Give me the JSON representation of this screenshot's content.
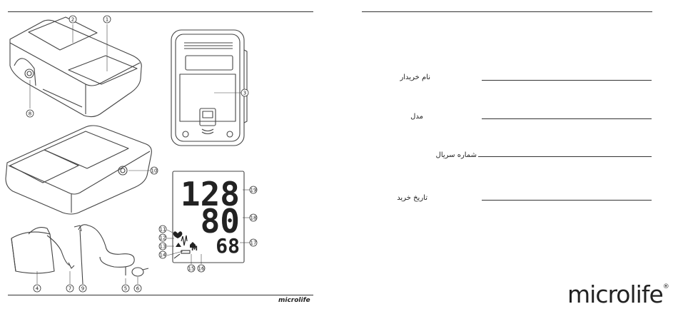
{
  "callouts": [
    "1",
    "2",
    "3",
    "4",
    "5",
    "6",
    "7",
    "8",
    "9",
    "10",
    "11",
    "12",
    "13",
    "14",
    "15",
    "16",
    "17",
    "18",
    "19"
  ],
  "display": {
    "systolic": "128",
    "diastolic": "80",
    "pulse": "68",
    "memory_letter": "M"
  },
  "brand_small": "microlife",
  "brand_large": "microlife",
  "brand_mark": "®",
  "form_fields": [
    {
      "label": "نام خریدار"
    },
    {
      "label": "مدل"
    },
    {
      "label": "شماره سریال"
    },
    {
      "label": "تاریخ خرید"
    }
  ]
}
